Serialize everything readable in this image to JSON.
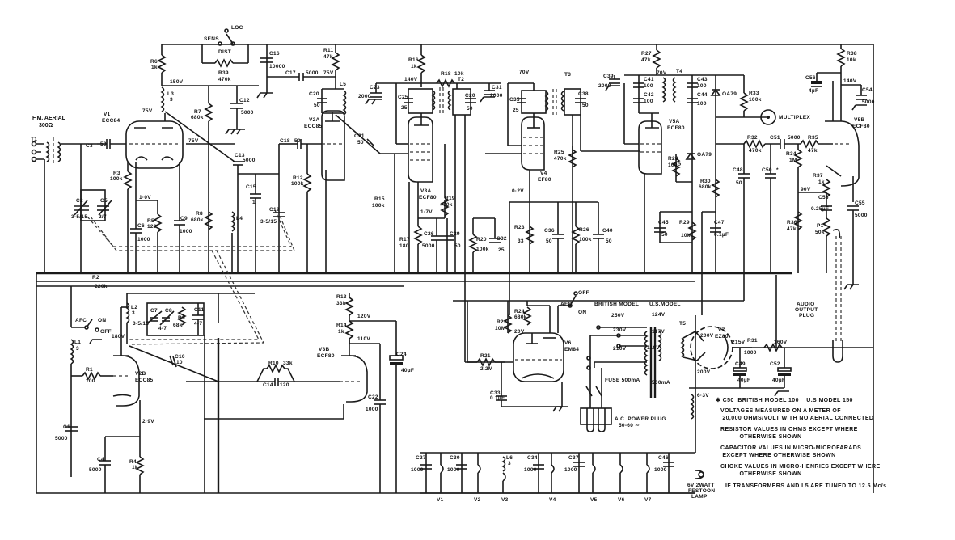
{
  "title": "FM Tuner Circuit Schematic",
  "switches": {
    "sens_loc": {
      "sens": "SENS",
      "loc": "LOC",
      "dist": "DIST"
    },
    "afc_top": {
      "afc": "AFC",
      "on": "ON",
      "off": "OFF",
      "british": "BRITISH MODEL",
      "us": "U.S.MODEL"
    },
    "afc_left": {
      "afc": "AFC",
      "on": "ON",
      "off": "OFF"
    }
  },
  "aerial": {
    "label": "F.M. AERIAL",
    "impedance": "300Ω",
    "transformer": "T1"
  },
  "tubes": [
    {
      "id": "V1",
      "type": "ECC84"
    },
    {
      "id": "V2A",
      "type": "ECC85"
    },
    {
      "id": "V2B",
      "type": "ECC85"
    },
    {
      "id": "V3A",
      "type": "ECF80"
    },
    {
      "id": "V3B",
      "type": "ECF80"
    },
    {
      "id": "V4",
      "type": "EF80"
    },
    {
      "id": "V5A",
      "type": "ECF80"
    },
    {
      "id": "V5B",
      "type": "ECF80"
    },
    {
      "id": "V6",
      "type": "EM84"
    },
    {
      "id": "V7",
      "type": "EZ80"
    }
  ],
  "resistors": {
    "R2": {
      "id": "R2",
      "value": "220k"
    },
    "R3": {
      "id": "R3",
      "value": "100k"
    },
    "R4": {
      "id": "R4",
      "value": "1k"
    },
    "R5": {
      "id": "R5",
      "value": "120"
    },
    "R6": {
      "id": "R6",
      "value": "1k"
    },
    "R7": {
      "id": "R7",
      "value": "680k"
    },
    "R8": {
      "id": "R8",
      "value": "680k"
    },
    "R9": {
      "id": "R9",
      "value": "68k"
    },
    "R10": {
      "id": "R10",
      "value": "33k"
    },
    "R11": {
      "id": "R11",
      "value": "47k"
    },
    "R12": {
      "id": "R12",
      "value": "100k"
    },
    "R13": {
      "id": "R13",
      "value": "33k"
    },
    "R14": {
      "id": "R14",
      "value": "1k"
    },
    "R15": {
      "id": "R15",
      "value": "100k"
    },
    "R16": {
      "id": "R16",
      "value": "1k"
    },
    "R17": {
      "id": "R17",
      "value": "180"
    },
    "R18": {
      "id": "R18",
      "value": "10k"
    },
    "R19": {
      "id": "R19",
      "value": "470k"
    },
    "R20": {
      "id": "R20",
      "value": "100k"
    },
    "R21": {
      "id": "R21",
      "value": "2.2M"
    },
    "R22": {
      "id": "R22",
      "value": "10M"
    },
    "R23": {
      "id": "R23",
      "value": "33"
    },
    "R24": {
      "id": "R24",
      "value": "680k"
    },
    "R25": {
      "id": "R25",
      "value": "470k"
    },
    "R26": {
      "id": "R26",
      "value": "100k"
    },
    "R27": {
      "id": "R27",
      "value": "47k"
    },
    "R28": {
      "id": "R28",
      "value": "100P"
    },
    "R29": {
      "id": "R29",
      "value": "10k"
    },
    "R30": {
      "id": "R30",
      "value": "680k"
    },
    "R31": {
      "id": "R31",
      "value": "1000"
    },
    "R32": {
      "id": "R32",
      "value": "470k"
    },
    "R33": {
      "id": "R33",
      "value": "100k"
    },
    "R34": {
      "id": "R34",
      "value": "1M"
    },
    "R35": {
      "id": "R35",
      "value": "47k"
    },
    "R36": {
      "id": "R36",
      "value": "47k"
    },
    "R37": {
      "id": "R37",
      "value": "1k"
    },
    "R38": {
      "id": "R38",
      "value": "10k"
    },
    "R39": {
      "id": "R39",
      "value": "470k"
    },
    "R1": {
      "id": "R1",
      "value": "100"
    },
    "P1": {
      "id": "P1",
      "value": "50k"
    }
  },
  "capacitors": {
    "C1": {
      "id": "C1",
      "value": "5000"
    },
    "C2": {
      "id": "C2",
      "value": "3-5/15"
    },
    "C3": {
      "id": "C3",
      "value": "50"
    },
    "C4": {
      "id": "C4",
      "value": "5000"
    },
    "C5": {
      "id": "C5",
      "value": "2/7"
    },
    "C6": {
      "id": "C6",
      "value": "1000"
    },
    "C7": {
      "id": "C7",
      "value": "3-5/15"
    },
    "C8": {
      "id": "C8",
      "value": "4-7"
    },
    "C9": {
      "id": "C9",
      "value": "1000"
    },
    "C10": {
      "id": "C10",
      "value": "10"
    },
    "C11": {
      "id": "C11",
      "value": "4-7"
    },
    "C12": {
      "id": "C12",
      "value": "5000"
    },
    "C13": {
      "id": "C13",
      "value": "5000"
    },
    "C14": {
      "id": "C14",
      "value": "120"
    },
    "C15": {
      "id": "C15",
      "value": "1"
    },
    "C16": {
      "id": "C16",
      "value": "10000"
    },
    "C17": {
      "id": "C17",
      "value": "5000"
    },
    "C18": {
      "id": "C18",
      "value": "50"
    },
    "C19": {
      "id": "C19",
      "value": "3-5/15"
    },
    "C20": {
      "id": "C20",
      "value": "50"
    },
    "C21": {
      "id": "C21",
      "value": "50"
    },
    "C22": {
      "id": "C22",
      "value": "1000"
    },
    "C23": {
      "id": "C23",
      "value": "2000"
    },
    "C24": {
      "id": "C24",
      "value": "40µF"
    },
    "C25": {
      "id": "C25",
      "value": "25"
    },
    "C26": {
      "id": "C26",
      "value": "5000"
    },
    "C27": {
      "id": "C27",
      "value": "1000"
    },
    "C28": {
      "id": "C28",
      "value": "25"
    },
    "C29": {
      "id": "C29",
      "value": "50"
    },
    "C30": {
      "id": "C30",
      "value": "1000"
    },
    "C31": {
      "id": "C31",
      "value": "2000"
    },
    "C32": {
      "id": "C32",
      "value": "25"
    },
    "C33": {
      "id": "C33",
      "value": "0.1µF"
    },
    "C34": {
      "id": "C34",
      "value": "1000"
    },
    "C35": {
      "id": "C35",
      "value": "25"
    },
    "C36": {
      "id": "C36",
      "value": "50"
    },
    "C37": {
      "id": "C37",
      "value": "1000"
    },
    "C38": {
      "id": "C38",
      "value": "50"
    },
    "C39": {
      "id": "C39",
      "value": "2000"
    },
    "C40": {
      "id": "C40",
      "value": "50"
    },
    "C41": {
      "id": "C41",
      "value": "100"
    },
    "C42": {
      "id": "C42",
      "value": "100"
    },
    "C43": {
      "id": "C43",
      "value": "100"
    },
    "C44": {
      "id": "C44",
      "value": "100"
    },
    "C45": {
      "id": "C45",
      "value": "50"
    },
    "C46": {
      "id": "C46",
      "value": "1000"
    },
    "C47": {
      "id": "C47",
      "value": "0.1µF"
    },
    "C48": {
      "id": "C48",
      "value": "50"
    },
    "C49": {
      "id": "C49",
      "value": "40µF"
    },
    "C50": {
      "id": "C50",
      "value": "*"
    },
    "C51": {
      "id": "C51",
      "value": "5000"
    },
    "C52": {
      "id": "C52",
      "value": "40µF"
    },
    "C53": {
      "id": "C53",
      "value": "0.25µF"
    },
    "C54": {
      "id": "C54",
      "value": "5000"
    },
    "C55": {
      "id": "C55",
      "value": "5000"
    },
    "C56": {
      "id": "C56",
      "value": "4µF"
    }
  },
  "inductors": {
    "L1": {
      "id": "L1",
      "value": "3"
    },
    "L2": {
      "id": "L2",
      "value": "3"
    },
    "L3": {
      "id": "L3",
      "value": "3"
    },
    "L4": {
      "id": "L4",
      "value": ""
    },
    "L5": {
      "id": "L5",
      "value": ""
    },
    "L6": {
      "id": "L6",
      "value": "3"
    }
  },
  "transformers": {
    "T2": "T2",
    "T3": "T3",
    "T4": "T4",
    "T5": "T5"
  },
  "diodes": {
    "d1": "OA79",
    "d2": "OA79"
  },
  "voltages": {
    "v150": "150V",
    "v75a": "75V",
    "v75b": "75V",
    "v75c": "75V",
    "v1_0": "1·0V",
    "v140a": "140V",
    "v70a": "70V",
    "v1_7": "1·7V",
    "v0_2": "0·2V",
    "v70b": "70V",
    "v140b": "140V",
    "v90": "90V",
    "v180": "180V",
    "v2_9": "2·9V",
    "v120": "120V",
    "v110": "110V",
    "v20": "20V",
    "v250": "250V",
    "v230": "230V",
    "v210": "210V",
    "v124": "124V",
    "v117": "117V",
    "v110t": "110V",
    "v200a": "200V",
    "v200b": "200V",
    "v215": "215V",
    "v160": "160V",
    "v6_3": "6·3V",
    "fuse_ma": "500mA"
  },
  "connectors": {
    "multiplex": "MULTIPLEX",
    "audio_output": [
      "AUDIO",
      "OUTPUT",
      "PLUG"
    ],
    "power_plug": [
      "A.C. POWER PLUG",
      "50-60 ∼"
    ],
    "fuse": "FUSE 500mA",
    "lamp": [
      "6V 2WATT",
      "FESTOON",
      "LAMP"
    ]
  },
  "heaters": [
    "V1",
    "V2",
    "V3",
    "V4",
    "V5",
    "V6",
    "V7"
  ],
  "notes": [
    "✱ C50  BRITISH MODEL 100    U.S MODEL 150",
    "VOLTAGES MEASURED ON A METER OF\n 20,000 OHMS/VOLT WITH NO AERIAL CONNECTED",
    "RESISTOR VALUES IN OHMS EXCEPT WHERE\n          OTHERWISE SHOWN",
    "CAPACITOR VALUES IN MICRO-MICROFARADS\n EXCEPT WHERE OTHERWISE SHOWN",
    "CHOKE VALUES IN MICRO-HENRIES EXCEPT WHERE\n          OTHERWISE SHOWN",
    "IF TRANSFORMERS AND L5 ARE TUNED TO 12.5 Mc/s"
  ]
}
